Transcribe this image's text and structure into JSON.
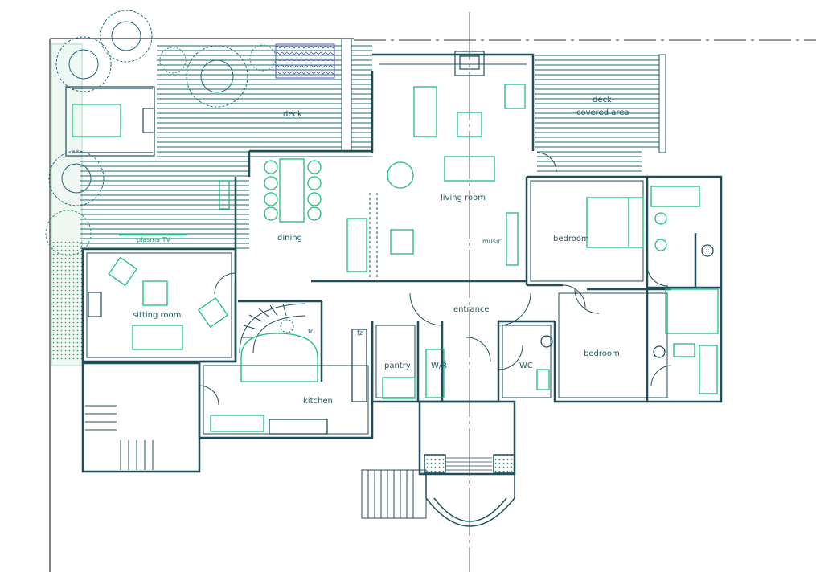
{
  "colors": {
    "wall": "#1f4e5a",
    "furniture": "#18c07a",
    "deck": "#3f7f8c",
    "pool": "#5555cc",
    "tree": "#1a6b7a",
    "shrub": "#9ad6b8",
    "line": "#333333"
  },
  "rooms": {
    "deck": "deck",
    "deck_covered_1": "deck-",
    "deck_covered_2": "covered area",
    "living_room": "living room",
    "dining": "dining",
    "sitting_room": "sitting room",
    "plasma_tv": "plasma TV",
    "music": "music",
    "bedroom_main": "bedroom",
    "bedroom_second": "bedroom",
    "entrance": "entrance",
    "kitchen": "kitchen",
    "pantry": "pantry",
    "wr": "W/R",
    "wc": "WC",
    "fridge_1": "fr",
    "fridge_2": "fz"
  }
}
